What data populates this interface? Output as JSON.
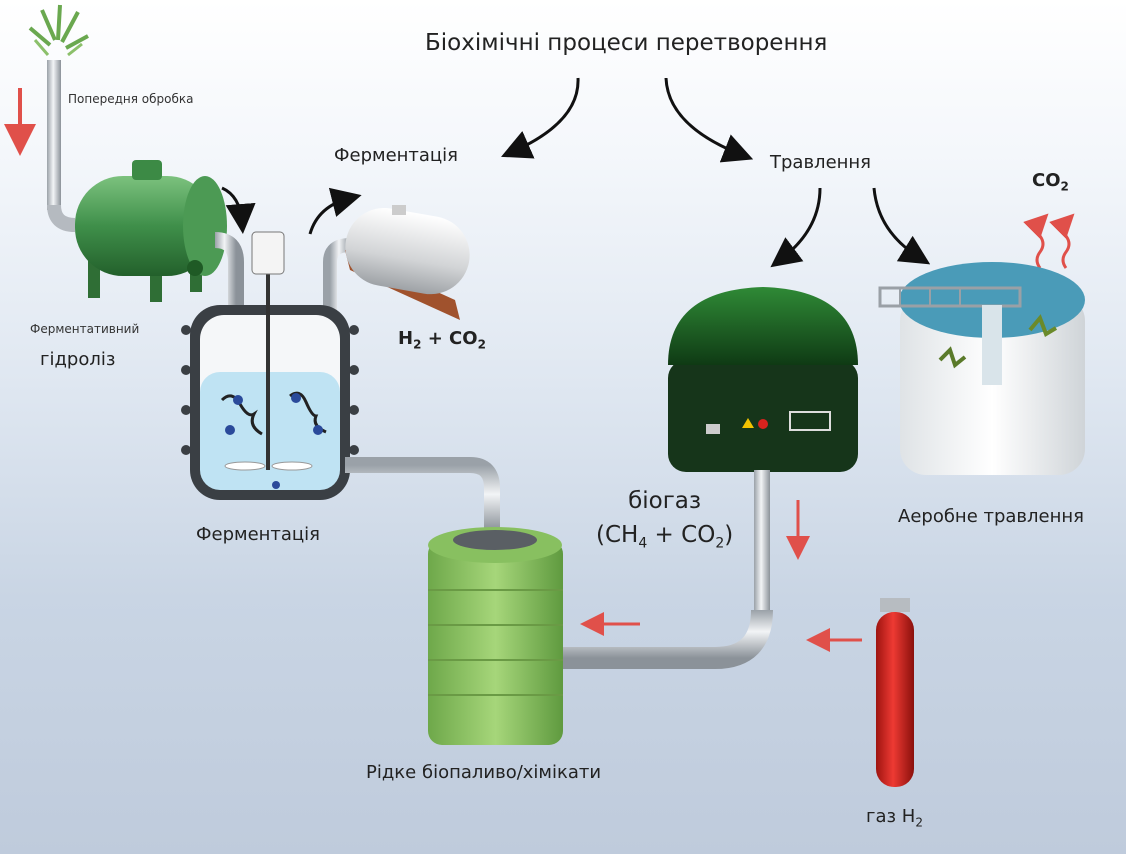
{
  "title": "Біохімічні процеси перетворення",
  "labels": {
    "pretreatment": "Попередня обробка",
    "enzymatic_top": "Ферментативний",
    "enzymatic_bottom": "гідроліз",
    "fermentation_top": "Ферментація",
    "fermentation_bottom": "Ферментація",
    "digestion": "Травлення",
    "aerobic_digestion": "Аеробне травлення",
    "liquid_biofuel": "Рідке біопаливо/хімікати",
    "biogas_word": "біогаз",
    "gas_h2_word": "газ H"
  },
  "formulas": {
    "h2_co2": {
      "h": "H",
      "h_sub": "2",
      "rest": " + CO",
      "rest_sub": "2"
    },
    "co2": {
      "co": "CO",
      "sub": "2"
    },
    "biogas": {
      "open": "(CH",
      "ch_sub": "4",
      "mid": " + CO",
      "co_sub": "2",
      "close": ")"
    },
    "gas_h2_sub": "2"
  },
  "colors": {
    "green_tank": "#3f8f4a",
    "dark_dome": "#1f5a25",
    "light_green_tank": "#8fc766",
    "pipe": "#c8ccd0",
    "red_arrow": "#e0504a",
    "red_cylinder": "#d8231e",
    "water": "#bfe3f3"
  }
}
